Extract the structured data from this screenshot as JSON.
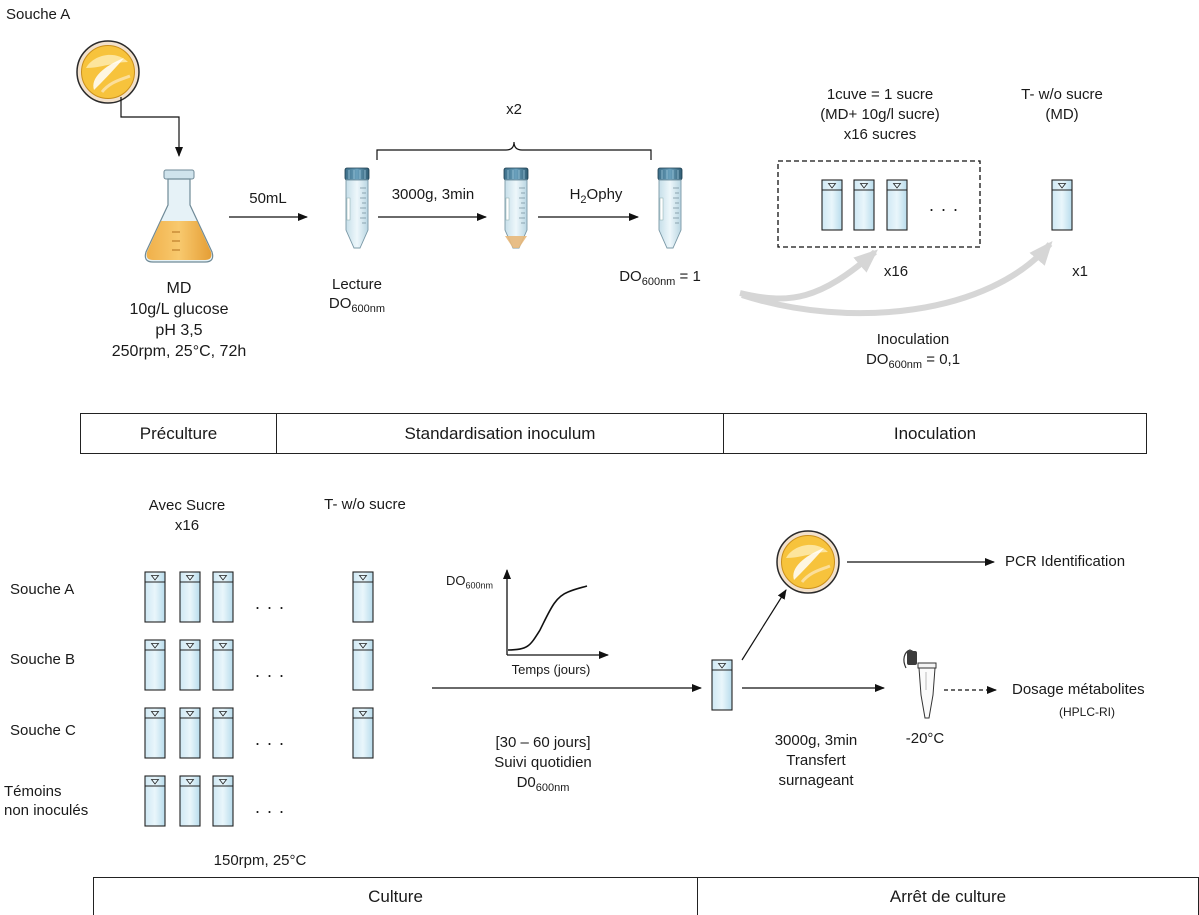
{
  "top": {
    "strain_label": "Souche A",
    "flask_label": [
      "MD",
      "10g/L glucose",
      "pH 3,5",
      "250rpm, 25°C, 72h"
    ],
    "arrow_volume": "50mL",
    "tube1_label": "Lecture",
    "tube1_do_main": "DO",
    "tube1_do_sub": "600nm",
    "repeat_label": "x2",
    "centrifuge_label": "3000g, 3min",
    "water_main": "H",
    "water_sub": "2",
    "water_rest": "Ophy",
    "tube3_do_main": "DO",
    "tube3_do_sub": "600nm",
    "tube3_do_rest": " = 1",
    "cuve_header": [
      "1cuve = 1 sucre",
      "(MD+ 10g/l sucre)",
      "x16 sucres"
    ],
    "control_header": [
      "T- w/o sucre",
      "(MD)"
    ],
    "dots": ". . .",
    "count16": "x16",
    "count1": "x1",
    "inoc_title": "Inoculation",
    "inoc_do_main": "DO",
    "inoc_do_sub": "600nm",
    "inoc_do_rest": " = 0,1"
  },
  "phases_top": [
    "Préculture",
    "Standardisation inoculum",
    "Inoculation"
  ],
  "bottom": {
    "col_sugar": [
      "Avec Sucre",
      "x16"
    ],
    "col_control": "T- w/o sucre",
    "rows": [
      "Souche A",
      "Souche B",
      "Souche C"
    ],
    "row_uninoc": [
      "Témoins",
      "non inoculés"
    ],
    "dots": ". . .",
    "graph_y_main": "DO",
    "graph_y_sub": "600nm",
    "graph_x": "Temps (jours)",
    "culture_info": [
      "[30 – 60 jours]",
      "Suivi quotidien"
    ],
    "culture_do_main": "D0",
    "culture_do_sub": "600nm",
    "pcr": "PCR Identification",
    "centrifuge": [
      "3000g, 3min",
      "Transfert",
      "surnageant"
    ],
    "freeze": "-20°C",
    "assay": "Dosage métabolites",
    "assay_sub": "(HPLC-RI)",
    "shaking": "150rpm, 25°C"
  },
  "phases_bottom": [
    "Culture",
    "Arrêt de culture"
  ]
}
